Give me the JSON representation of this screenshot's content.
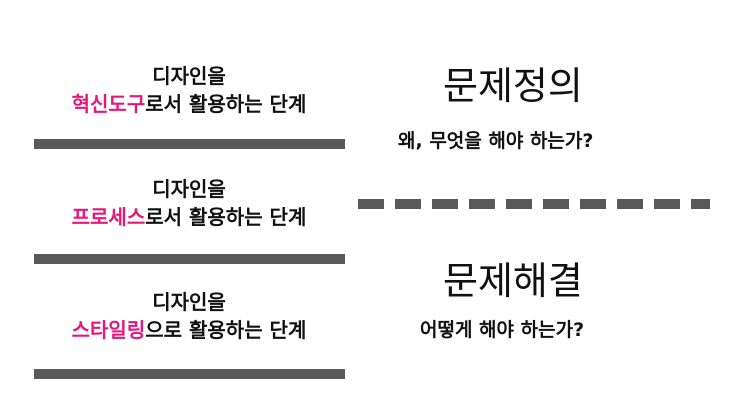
{
  "left_blocks": [
    {
      "line1": "디자인을",
      "highlight": "혁신도구",
      "rest": "로서 활용하는 단계"
    },
    {
      "line1": "디자인을",
      "highlight": "프로세스",
      "rest": "로서 활용하는 단계"
    },
    {
      "line1": "디자인을",
      "highlight": "스타일링",
      "rest": "으로 활용하는 단계"
    }
  ],
  "right": {
    "top_title": "문제정의",
    "top_sub": "왜, 무엇을 해야 하는가?",
    "bottom_title": "문제해결",
    "bottom_sub": "어떻게 해야 하는가?"
  },
  "colors": {
    "highlight": "#e5177b",
    "bar": "#595959",
    "text": "#111111"
  }
}
